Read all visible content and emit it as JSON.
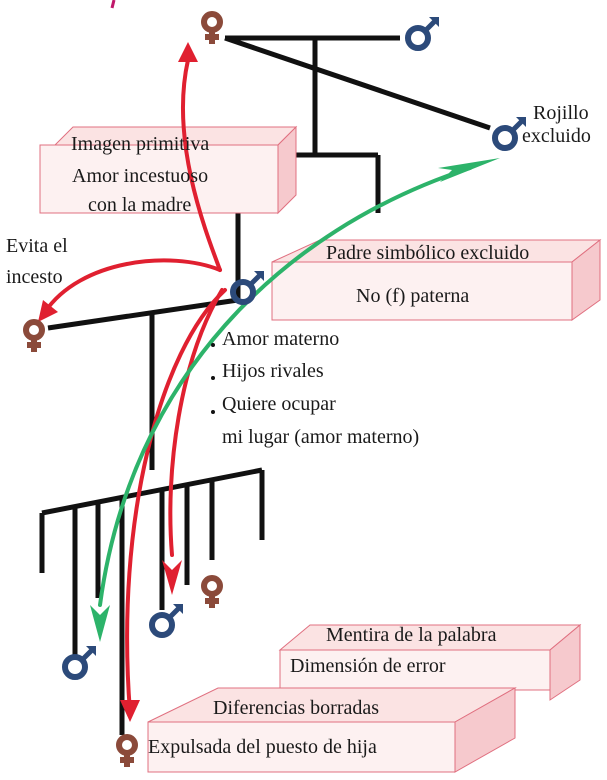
{
  "labels": {
    "rojillo": "Rojillo",
    "excluido": "excluido",
    "evita_line1": "Evita el",
    "evita_line2": "incesto"
  },
  "boxes": {
    "imagen_primitiva": "Imagen primitiva",
    "amor_incestuoso_line1": "Amor incestuoso",
    "amor_incestuoso_line2": "con la madre",
    "padre_simbolico": "Padre simbólico excluido",
    "no_paterna": "No (f) paterna",
    "mentira": "Mentira de la palabra",
    "dimension_error": "Dimensión de error",
    "diferencias": "Diferencias borradas",
    "expulsada": "Expulsada del puesto de hija"
  },
  "bullets": {
    "amor_materno": "Amor materno",
    "hijos_rivales": "Hijos rivales",
    "quiere_line1": "Quiere ocupar",
    "quiere_line2": "mi lugar (amor materno)"
  },
  "colors": {
    "female": "#8b4a3a",
    "male": "#2c4a7a",
    "arrow_red": "#e02030",
    "arrow_green": "#2db36a",
    "line": "#111111",
    "box_top": "#fbe3e3",
    "box_front": "#fdf1f1",
    "box_border": "#e07080"
  }
}
